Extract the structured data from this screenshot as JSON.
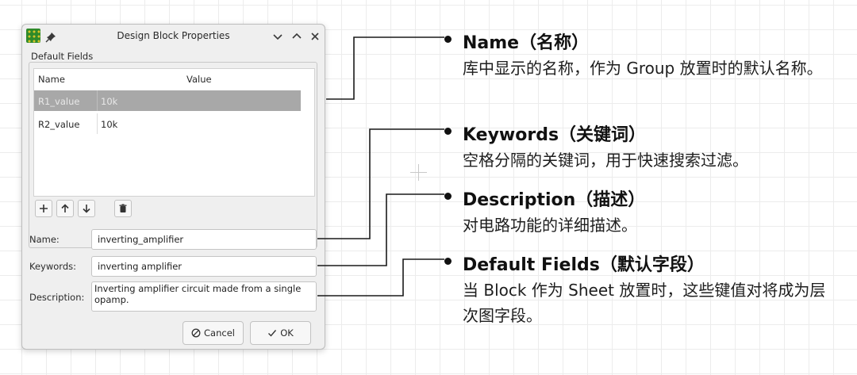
{
  "dialog": {
    "title": "Design Block Properties",
    "group_label": "Default Fields",
    "table": {
      "headers": [
        "Name",
        "Value"
      ],
      "rows": [
        {
          "name": "R1_value",
          "value": "10k",
          "selected": true
        },
        {
          "name": "R2_value",
          "value": "10k",
          "selected": false
        }
      ]
    },
    "fields": {
      "name_label": "Name:",
      "name_value": "inverting_amplifier",
      "keywords_label": "Keywords:",
      "keywords_value": "inverting amplifier",
      "description_label": "Description:",
      "description_value": "Inverting amplifier circuit made from a single opamp."
    },
    "buttons": {
      "cancel": "Cancel",
      "ok": "OK"
    },
    "toolbar_icons": [
      "add-icon",
      "move-up-icon",
      "move-down-icon",
      "delete-icon"
    ]
  },
  "callouts": [
    {
      "title": "Name（名称）",
      "desc": "库中显示的名称，作为 Group 放置时的默认名称。"
    },
    {
      "title": "Keywords（关键词）",
      "desc": "空格分隔的关键词，用于快速搜索过滤。"
    },
    {
      "title": "Description（描述）",
      "desc": "对电路功能的详细描述。"
    },
    {
      "title": "Default Fields（默认字段）",
      "desc": "当 Block 作为 Sheet 放置时，这些键值对将成为层次图字段。"
    }
  ],
  "colors": {
    "selected_row": "#a8a8a8",
    "dialog_bg": "#efefef",
    "grid": "#ececec"
  }
}
